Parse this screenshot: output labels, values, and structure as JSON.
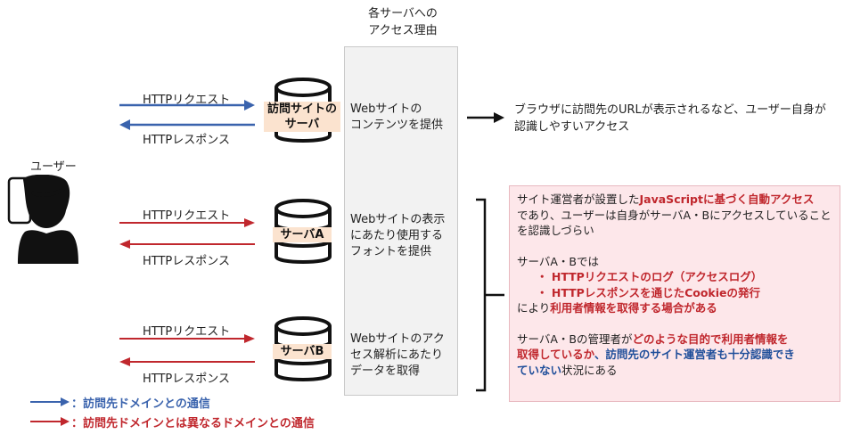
{
  "column_header": [
    "各サーバへの",
    "アクセス理由"
  ],
  "user_label": "ユーザー",
  "rows": [
    {
      "request": "HTTPリクエスト",
      "response": "HTTPレスポンス",
      "server_lines": [
        "訪問サイトの",
        "サーバ"
      ],
      "reason_lines": [
        "Webサイトの",
        "コンテンツを提供"
      ],
      "arrow_color": "#3a63ad"
    },
    {
      "request": "HTTPリクエスト",
      "response": "HTTPレスポンス",
      "server_lines": [
        "サーバA"
      ],
      "reason_lines": [
        "Webサイトの表示",
        "にあたり使用する",
        "フォントを提供"
      ],
      "arrow_color": "#c0272d"
    },
    {
      "request": "HTTPリクエスト",
      "response": "HTTPレスポンス",
      "server_lines": [
        "サーバB"
      ],
      "reason_lines": [
        "Webサイトのアク",
        "セス解析にあたり",
        "データを取得"
      ],
      "arrow_color": "#c0272d"
    }
  ],
  "first_party_note": [
    "ブラウザに訪問先のURLが表示されるなど、ユーザー自身が",
    "認識しやすいアクセス"
  ],
  "info": {
    "p1_a": "サイト運営者が設置した",
    "p1_red": "JavaScriptに基づく自動アクセス",
    "p1_b": "であり、ユーザーは自身がサーバA・Bにアクセスしていること",
    "p1_c": "を認識しづらい",
    "p2_title": "サーバA・Bでは",
    "bullet1": "・ HTTPリクエストのログ（アクセスログ）",
    "bullet2": "・ HTTPレスポンスを通じたCookieの発行",
    "p2_a": "により",
    "p2_red": "利用者情報を取得する場合がある",
    "p3_a": "サーバA・Bの管理者が",
    "p3_red1": "どのような目的で利用者情報を",
    "p3_red2": "取得しているか",
    "p3_b": "、",
    "p3_blue1": "訪問先のサイト運営者も十分認識でき",
    "p3_blue2": "ていない",
    "p3_c": "状況にある"
  },
  "legend": [
    {
      "text": "：訪問先ドメインとの通信",
      "color": "#3a63ad"
    },
    {
      "text": "：訪問先ドメインとは異なるドメインとの通信",
      "color": "#c0272d"
    }
  ],
  "colors": {
    "blue": "#3a63ad",
    "red": "#c0272d",
    "server_label_bg": "#fbe3cf",
    "info_bg": "#fde7ea"
  }
}
